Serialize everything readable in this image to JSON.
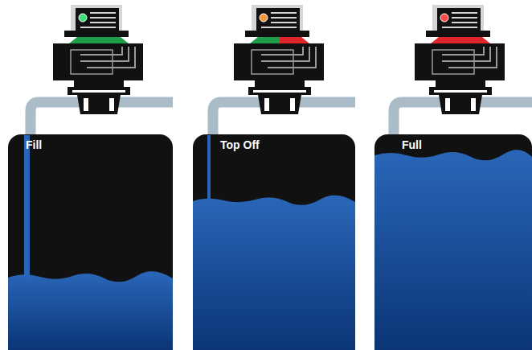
{
  "diagram": {
    "nodes": [
      {
        "text": [
          "Fill"
        ]
      },
      {
        "text": [
          "Top Off"
        ]
      },
      {
        "text": [
          "Full"
        ]
      }
    ]
  }
}
